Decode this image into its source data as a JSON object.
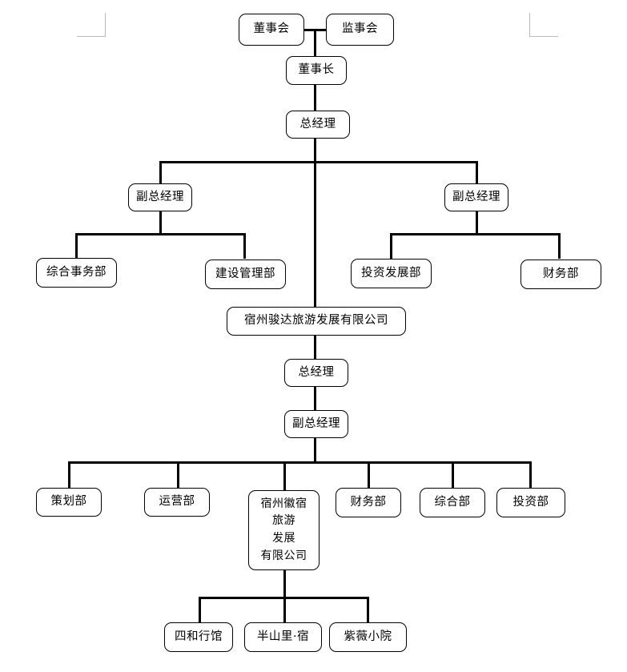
{
  "document": {
    "type": "organization-chart",
    "language": "zh-CN",
    "background_color": "#ffffff",
    "line_color": "#000000",
    "box_border_color": "#000000",
    "crop_mark_color": "#b9b9b9"
  },
  "nodes": {
    "board_of_directors": "董事会",
    "board_of_supervisors": "监事会",
    "chairman": "董事长",
    "general_manager_top": "总经理",
    "deputy_gm_left": "副总经理",
    "deputy_gm_right": "副总经理",
    "general_affairs_dept": "综合事务部",
    "construction_mgmt_dept": "建设管理部",
    "investment_development_dept": "投资发展部",
    "finance_dept_top": "财务部",
    "company_junda": "宿州骏达旅游发展有限公司",
    "general_manager_mid": "总经理",
    "deputy_gm_mid": "副总经理",
    "planning_dept": "策划部",
    "operations_dept": "运营部",
    "company_huisu": "宿州徽宿\n旅游\n发展\n有限公司",
    "finance_dept_bottom": "财务部",
    "comprehensive_dept": "综合部",
    "investment_dept": "投资部",
    "sihe_guesthouse": "四和行馆",
    "banshanli_su": "半山里·宿",
    "ziwei_courtyard": "紫薇小院"
  }
}
